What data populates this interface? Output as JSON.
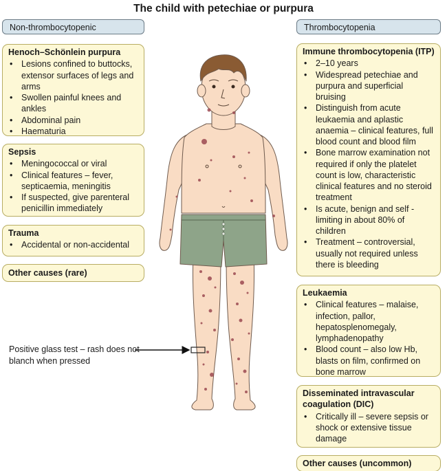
{
  "title": "The child with petechiae or purpura",
  "left": {
    "header": "Non-thrombocytopenic",
    "boxes": [
      {
        "title": "Henoch–Schönlein purpura",
        "items": [
          "Lesions confined to buttocks, extensor surfaces of legs and arms",
          "Swollen painful knees and ankles",
          "Abdominal pain",
          "Haematuria"
        ]
      },
      {
        "title": "Sepsis",
        "items": [
          "Meningococcal or viral",
          "Clinical features – fever, septicaemia, meningitis",
          "If suspected, give parenteral penicillin immediately"
        ]
      },
      {
        "title": "Trauma",
        "items": [
          "Accidental or non-accidental"
        ]
      },
      {
        "title": "Other causes (rare)",
        "items": []
      }
    ]
  },
  "right": {
    "header": "Thrombocytopenia",
    "boxes": [
      {
        "title": "Immune thrombocytopenia (ITP)",
        "items": [
          "2–10 years",
          "Widespread petechiae and purpura and superficial bruising",
          "Distinguish from acute leukaemia and aplastic anaemia – clinical features, full blood count and blood film",
          "Bone marrow examination not required if only the platelet count is low, characteristic clinical features and no steroid treatment",
          "Is acute, benign and self - limiting in about 80% of children",
          "Treatment – controversial, usually not required unless there is bleeding"
        ]
      },
      {
        "title": "Leukaemia",
        "items": [
          "Clinical features – malaise, infection, pallor, hepatosplenomegaly, lymphadenopathy",
          "Blood count – also low Hb, blasts on film, confirmed on bone marrow"
        ]
      },
      {
        "title": "Disseminated intravascular coagulation (DIC)",
        "items": [
          "Critically ill – severe sepsis or shock or extensive tissue damage"
        ]
      },
      {
        "title": "Other causes (uncommon)",
        "items": []
      }
    ]
  },
  "glass_test_note": {
    "line1": "Positive glass test – rash does not",
    "line2": "blanch when pressed"
  },
  "colors": {
    "box_fill": "#fdf8d6",
    "box_border": "#b7ac62",
    "pill_fill": "#d7e4ec",
    "skin": "#f9dcc4",
    "shorts": "#8ea489",
    "hair": "#8a5b33",
    "spots": "#9c4a52"
  }
}
